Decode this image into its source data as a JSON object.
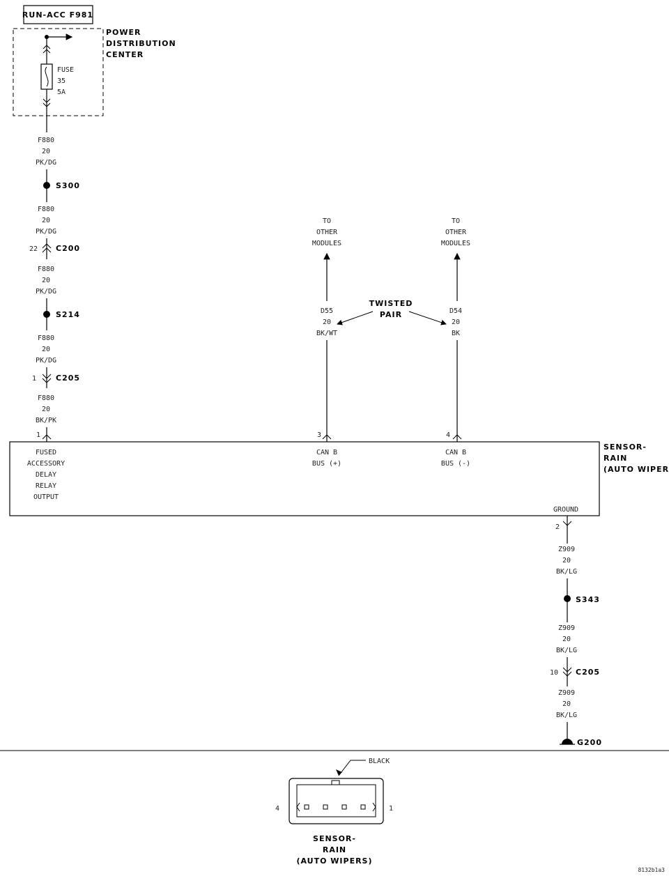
{
  "source": {
    "fuse_name": "RUN-ACC F981"
  },
  "pdc": {
    "label1": "POWER",
    "label2": "DISTRIBUTION",
    "label3": "CENTER",
    "fuse1": "FUSE",
    "fuse2": "35",
    "fuse3": "5A"
  },
  "left_wire": {
    "seg1": [
      "F880",
      "20",
      "PK/DG"
    ],
    "s300": "S300",
    "seg2": [
      "F880",
      "20",
      "PK/DG"
    ],
    "c200_pin": "22",
    "c200": "C200",
    "seg3": [
      "F880",
      "20",
      "PK/DG"
    ],
    "s214": "S214",
    "seg4": [
      "F880",
      "20",
      "PK/DG"
    ],
    "c205_pin": "1",
    "c205": "C205",
    "seg5": [
      "F880",
      "20",
      "BK/PK"
    ],
    "module_pin": "1"
  },
  "can": {
    "to_other": [
      "TO",
      "OTHER",
      "MODULES"
    ],
    "twisted1": "TWISTED",
    "twisted2": "PAIR",
    "plus_wire": [
      "D55",
      "20",
      "BK/WT"
    ],
    "minus_wire": [
      "D54",
      "20",
      "BK"
    ],
    "plus_pin": "3",
    "minus_pin": "4",
    "plus_label": [
      "CAN B",
      "BUS (+)"
    ],
    "minus_label": [
      "CAN B",
      "BUS (-)"
    ]
  },
  "module": {
    "fused_label": [
      "FUSED",
      "ACCESSORY",
      "DELAY",
      "RELAY",
      "OUTPUT"
    ],
    "ground_label": "GROUND",
    "name": [
      "SENSOR-",
      "RAIN",
      "(AUTO WIPERS)"
    ]
  },
  "ground_wire": {
    "pin": "2",
    "seg1": [
      "Z909",
      "20",
      "BK/LG"
    ],
    "s343": "S343",
    "seg2": [
      "Z909",
      "20",
      "BK/LG"
    ],
    "c205_pin": "10",
    "c205": "C205",
    "seg3": [
      "Z909",
      "20",
      "BK/LG"
    ],
    "g200": "G200"
  },
  "connector_view": {
    "color": "BLACK",
    "pin_left": "4",
    "pin_right": "1",
    "name": [
      "SENSOR-",
      "RAIN",
      "(AUTO WIPERS)"
    ]
  },
  "figure_id": "8132b1a3"
}
